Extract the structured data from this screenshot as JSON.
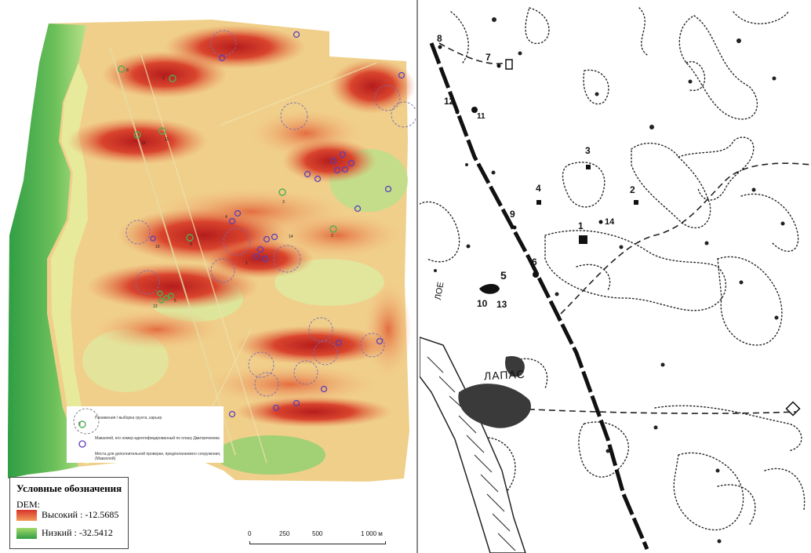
{
  "legend": {
    "title": "Условные обозначения",
    "dem_label": "DEM:",
    "high_label": "Высокий : -12.5685",
    "low_label": "Низкий : -32.5412",
    "high_color": "#d8332b",
    "low_color": "#2f9e44"
  },
  "inset_legend": {
    "items": [
      {
        "text": "Понижения / выборка грунта, карьер",
        "symbol": "dashed-circle-icon"
      },
      {
        "text": "Мавзолей, его номер идентифицированный по плану Дмитричекова",
        "symbol": "green-circle-icon",
        "number": "5"
      },
      {
        "text": "Места для дополнительной проверки, предполагаемого сооружения, (Мавзолей)",
        "symbol": "blue-circle-icon"
      }
    ]
  },
  "scale_bar": {
    "ticks": [
      "0",
      "250",
      "500",
      "1 000 м"
    ],
    "minor_labels": [
      "",
      "",
      "",
      ""
    ]
  },
  "dem_numbers": [
    "8",
    "7",
    "12",
    "11",
    "3",
    "4",
    "9",
    "10",
    "14",
    "1",
    "2",
    "5",
    "13"
  ],
  "sketch": {
    "numbers": [
      "8",
      "7",
      "12",
      "11",
      "3",
      "2",
      "4",
      "9",
      "1",
      "14",
      "6",
      "5",
      "10",
      "13"
    ],
    "lapas_label": "ЛАПАС",
    "curve_label": "ЛОЕ"
  }
}
